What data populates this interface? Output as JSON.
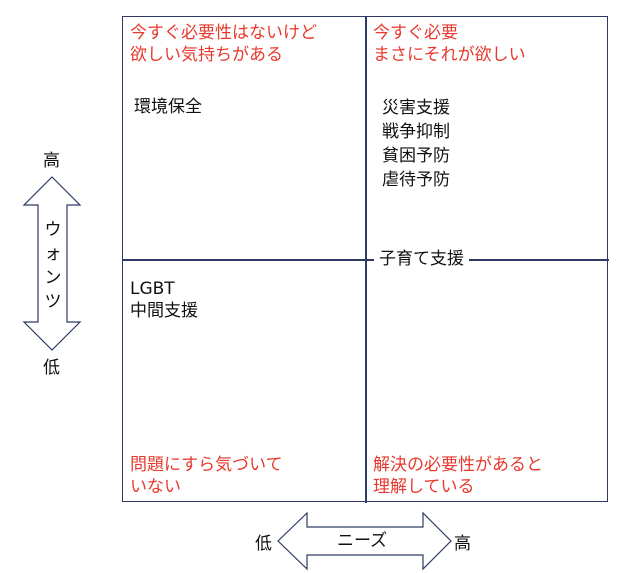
{
  "quadrants": {
    "top_left": {
      "heading": "今すぐ必要性はないけど\n欲しい気持ちがある",
      "items": "環境保全"
    },
    "top_right": {
      "heading": "今すぐ必要\nまさにそれが欲しい",
      "items": "災害支援\n戦争抑制\n貧困予防\n虐待予防"
    },
    "bottom_left": {
      "heading": "問題にすら気づいて\nいない",
      "items": "LGBT\n中間支援"
    },
    "bottom_right": {
      "heading": "解決の必要性があると\n理解している"
    }
  },
  "center_label": "子育て支援",
  "y_axis": {
    "label": "ウォンツ",
    "high": "高",
    "low": "低"
  },
  "x_axis": {
    "label": "ニーズ",
    "high": "高",
    "low": "低"
  },
  "colors": {
    "heading": "#e8392e",
    "border": "#2f3a64"
  }
}
